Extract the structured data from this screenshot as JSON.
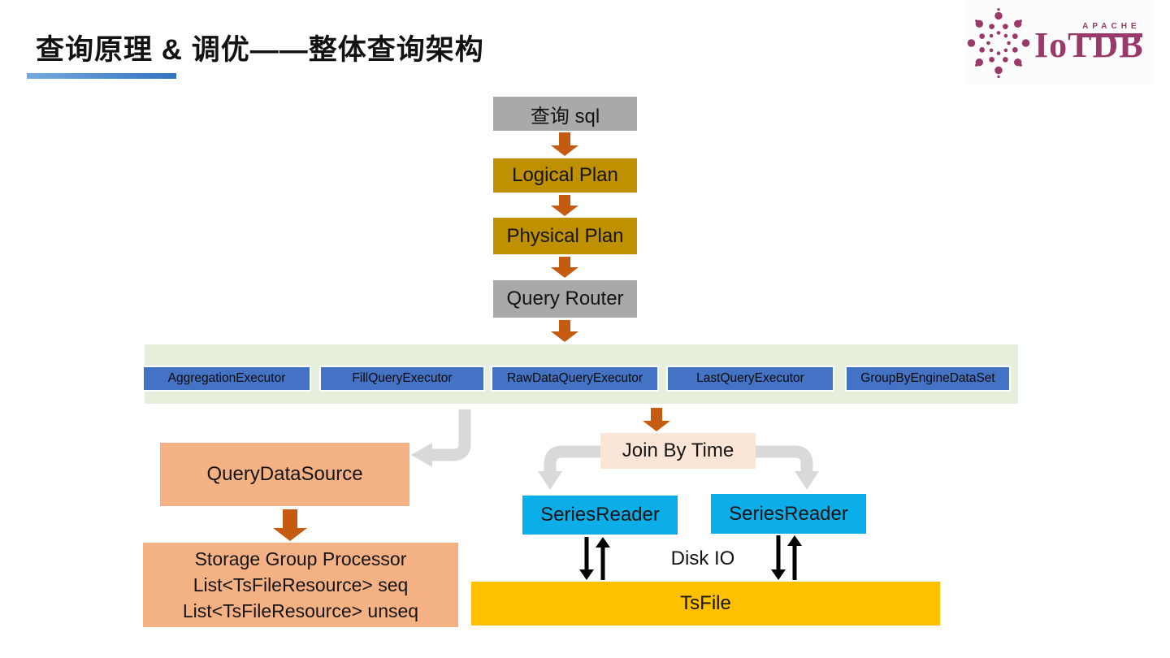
{
  "slide": {
    "title": "查询原理 & 调优——整体查询架构",
    "logo": {
      "apache_label": "APACHE",
      "product_name": "IoTDB"
    }
  },
  "flow": {
    "query_sql": "查询 sql",
    "logical_plan": "Logical Plan",
    "physical_plan": "Physical Plan",
    "query_router": "Query Router",
    "executors": [
      "AggregationExecutor",
      "FillQueryExecutor",
      "RawDataQueryExecutor",
      "LastQueryExecutor",
      "GroupByEngineDataSet"
    ],
    "query_data_source": "QueryDataSource",
    "storage_group_processor_lines": [
      "Storage Group Processor",
      "List<TsFileResource> seq",
      "List<TsFileResource> unseq"
    ],
    "join_by_time": "Join By Time",
    "series_reader_left": "SeriesReader",
    "series_reader_right": "SeriesReader",
    "disk_io": "Disk IO",
    "tsfile": "TsFile"
  },
  "colors": {
    "gold_box": "#bf9000",
    "gray_box": "#a9a9a9",
    "orange_arrow": "#c55a11",
    "green_band": "#e6efdc",
    "executor_blue": "#4472c4",
    "salmon_box": "#f4b183",
    "peach_box": "#fbe5d6",
    "cyan_box": "#0baee8",
    "tsfile_gold": "#ffc000",
    "gray_arrow": "#d9d9d9",
    "logo_purple": "#993a6b",
    "underline_blue": "#3372c2"
  }
}
